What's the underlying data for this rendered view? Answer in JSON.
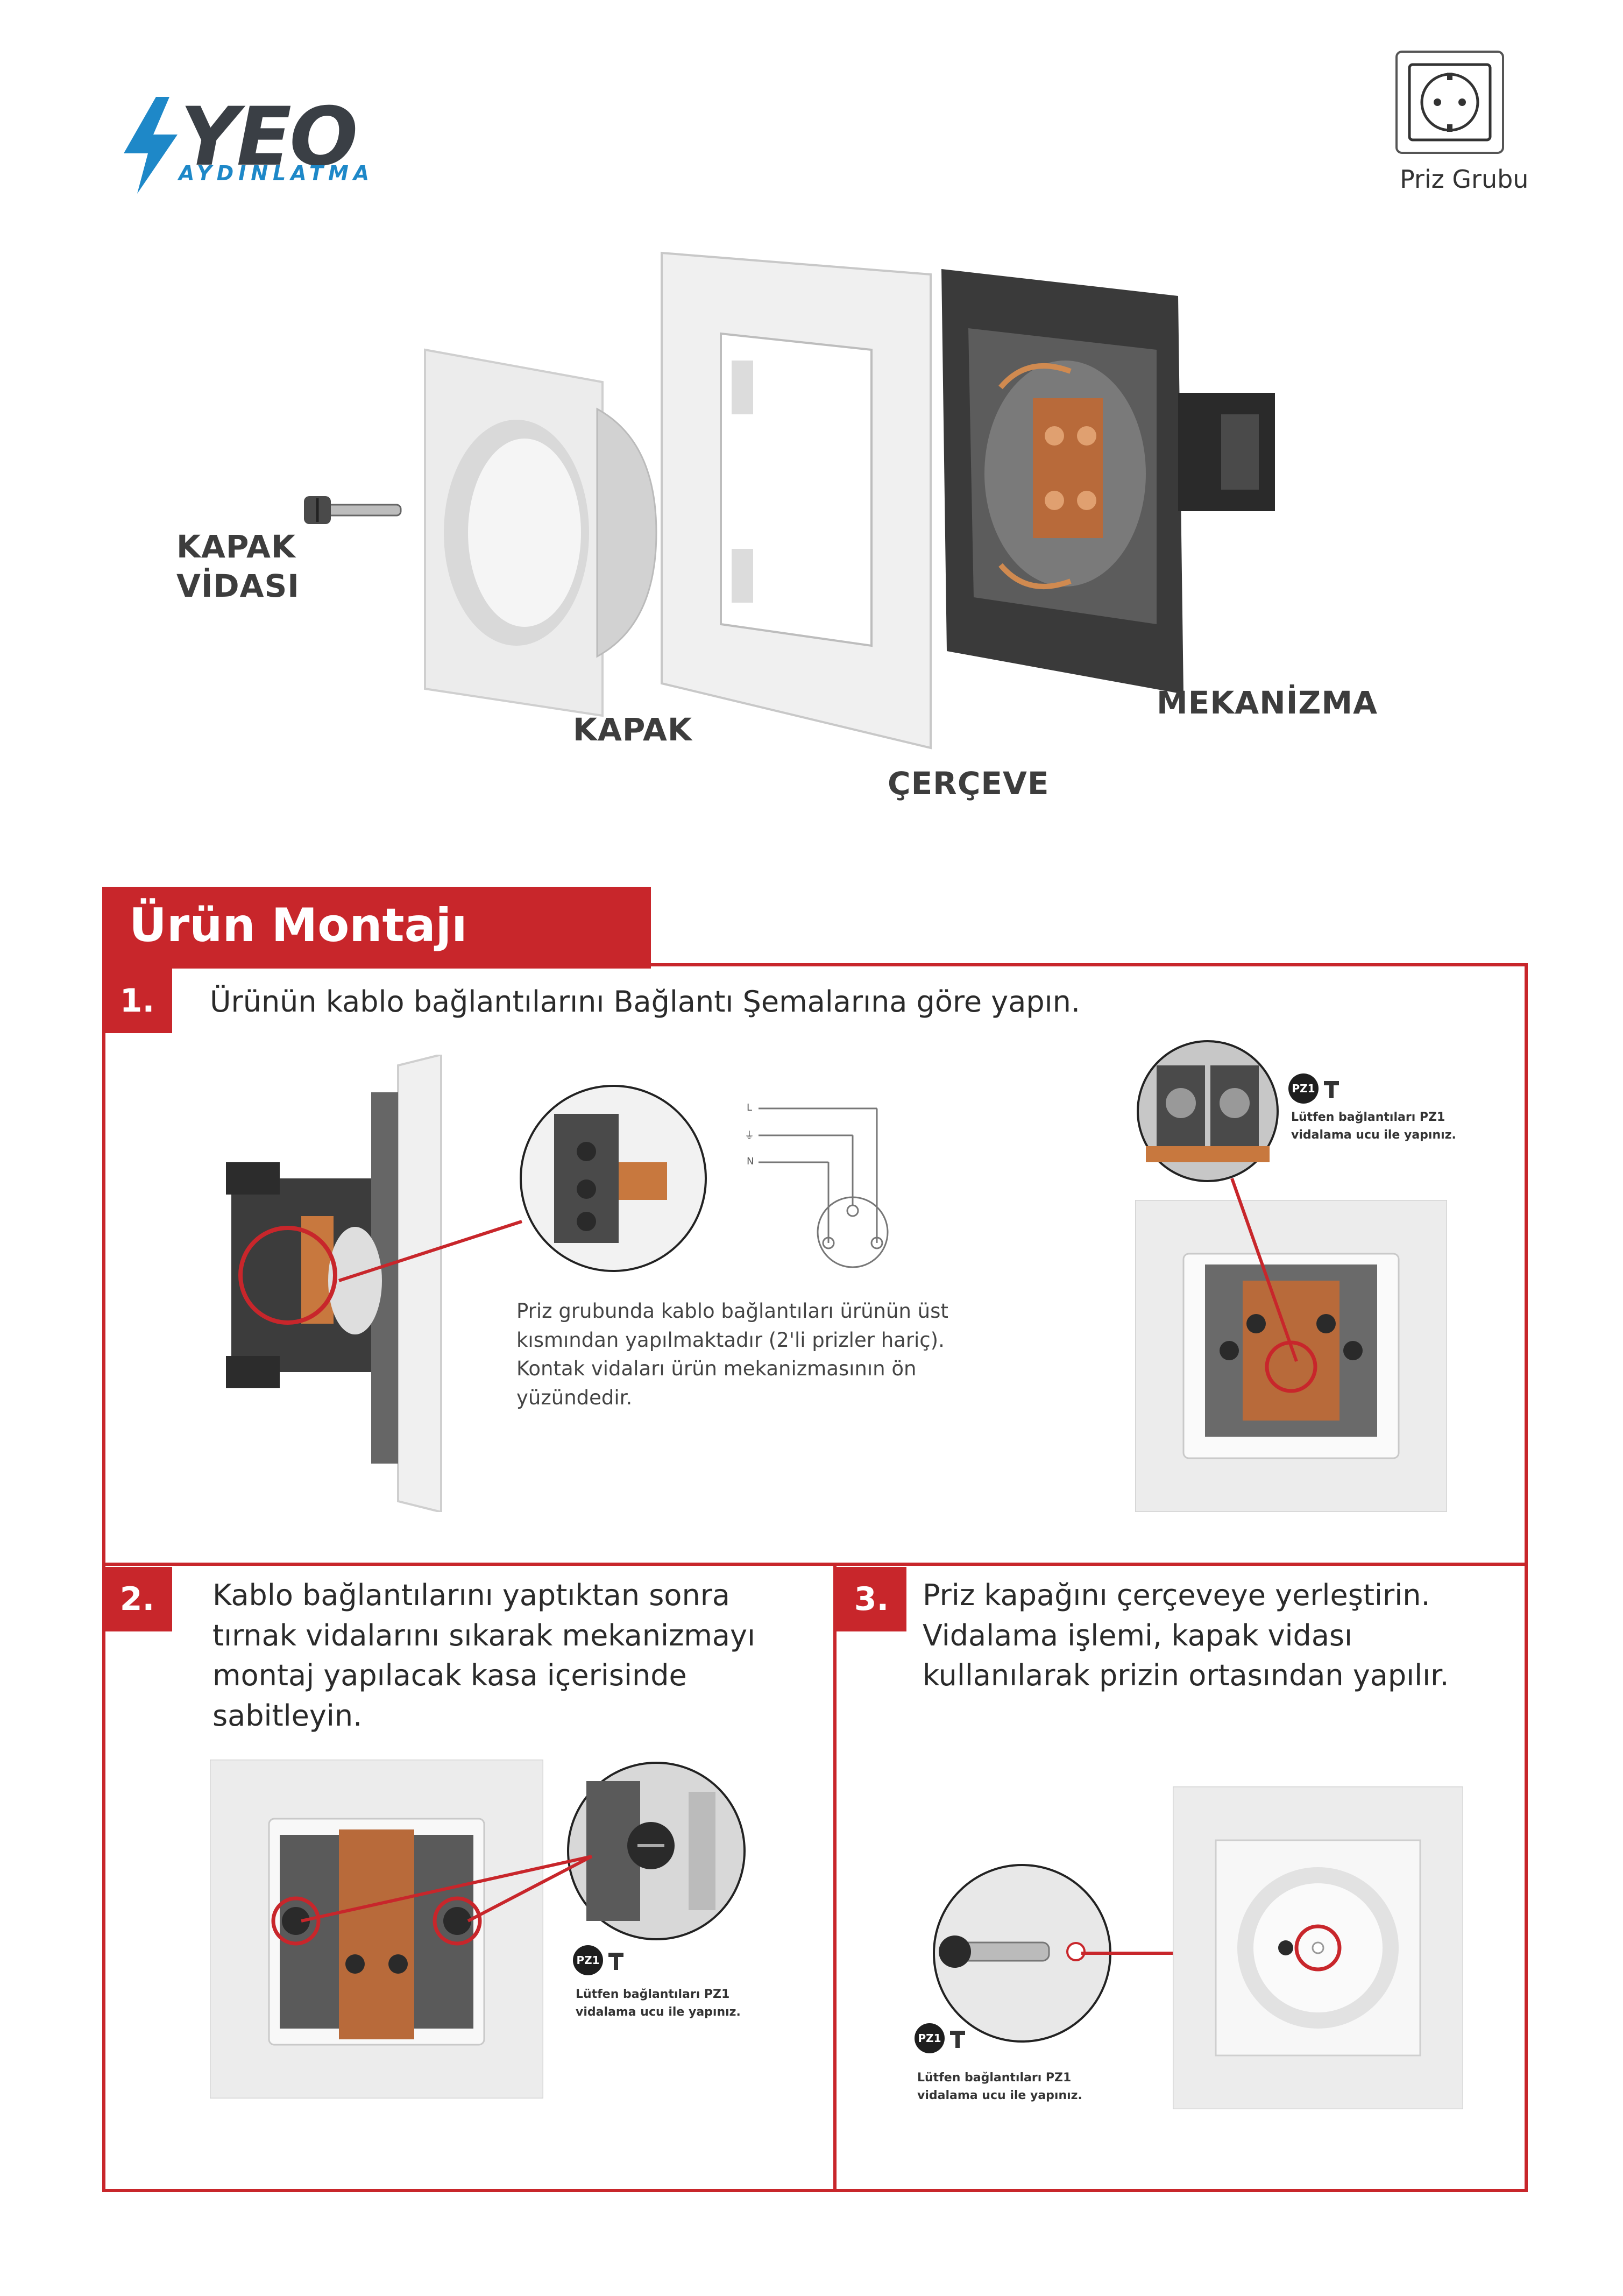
{
  "brand": {
    "name": "YEO",
    "tagline": "AYDINLATMA",
    "color": "#1e88c8"
  },
  "product_group": {
    "label": "Priz Grubu"
  },
  "exploded_view": {
    "cover_screw_label_1": "KAPAK",
    "cover_screw_label_2": "VİDASI",
    "cover_label": "KAPAK",
    "frame_label": "ÇERÇEVE",
    "mechanism_label": "MEKANİZMA"
  },
  "section": {
    "title": "Ürün Montajı",
    "accent": "#c8262b"
  },
  "steps": [
    {
      "number": "1.",
      "title": "Ürünün kablo bağlantılarını Bağlantı Şemalarına göre yapın.",
      "note": [
        "Priz grubunda kablo bağlantıları ürünün üst",
        "kısmından yapılmaktadır (2'li prizler hariç).",
        "Kontak vidaları ürün mekanizmasının ön",
        "yüzündedir."
      ],
      "wire_labels": [
        "L",
        "⏚",
        "N"
      ],
      "tool_badge": "PZ1",
      "tool_note": [
        "Lütfen bağlantıları PZ1",
        "vidalama ucu ile yapınız."
      ]
    },
    {
      "number": "2.",
      "title_lines": [
        "Kablo bağlantılarını yaptıktan sonra",
        "tırnak vidalarını sıkarak mekanizmayı",
        "montaj yapılacak kasa içerisinde",
        "sabitleyin."
      ],
      "tool_badge": "PZ1",
      "tool_note": [
        "Lütfen bağlantıları PZ1",
        "vidalama ucu ile yapınız."
      ]
    },
    {
      "number": "3.",
      "title_lines": [
        "Priz kapağını çerçeveye yerleştirin.",
        "Vidalama işlemi, kapak vidası",
        "kullanılarak prizin ortasından yapılır."
      ],
      "tool_badge": "PZ1",
      "tool_note": [
        "Lütfen bağlantıları PZ1",
        "vidalama ucu ile yapınız."
      ]
    }
  ]
}
